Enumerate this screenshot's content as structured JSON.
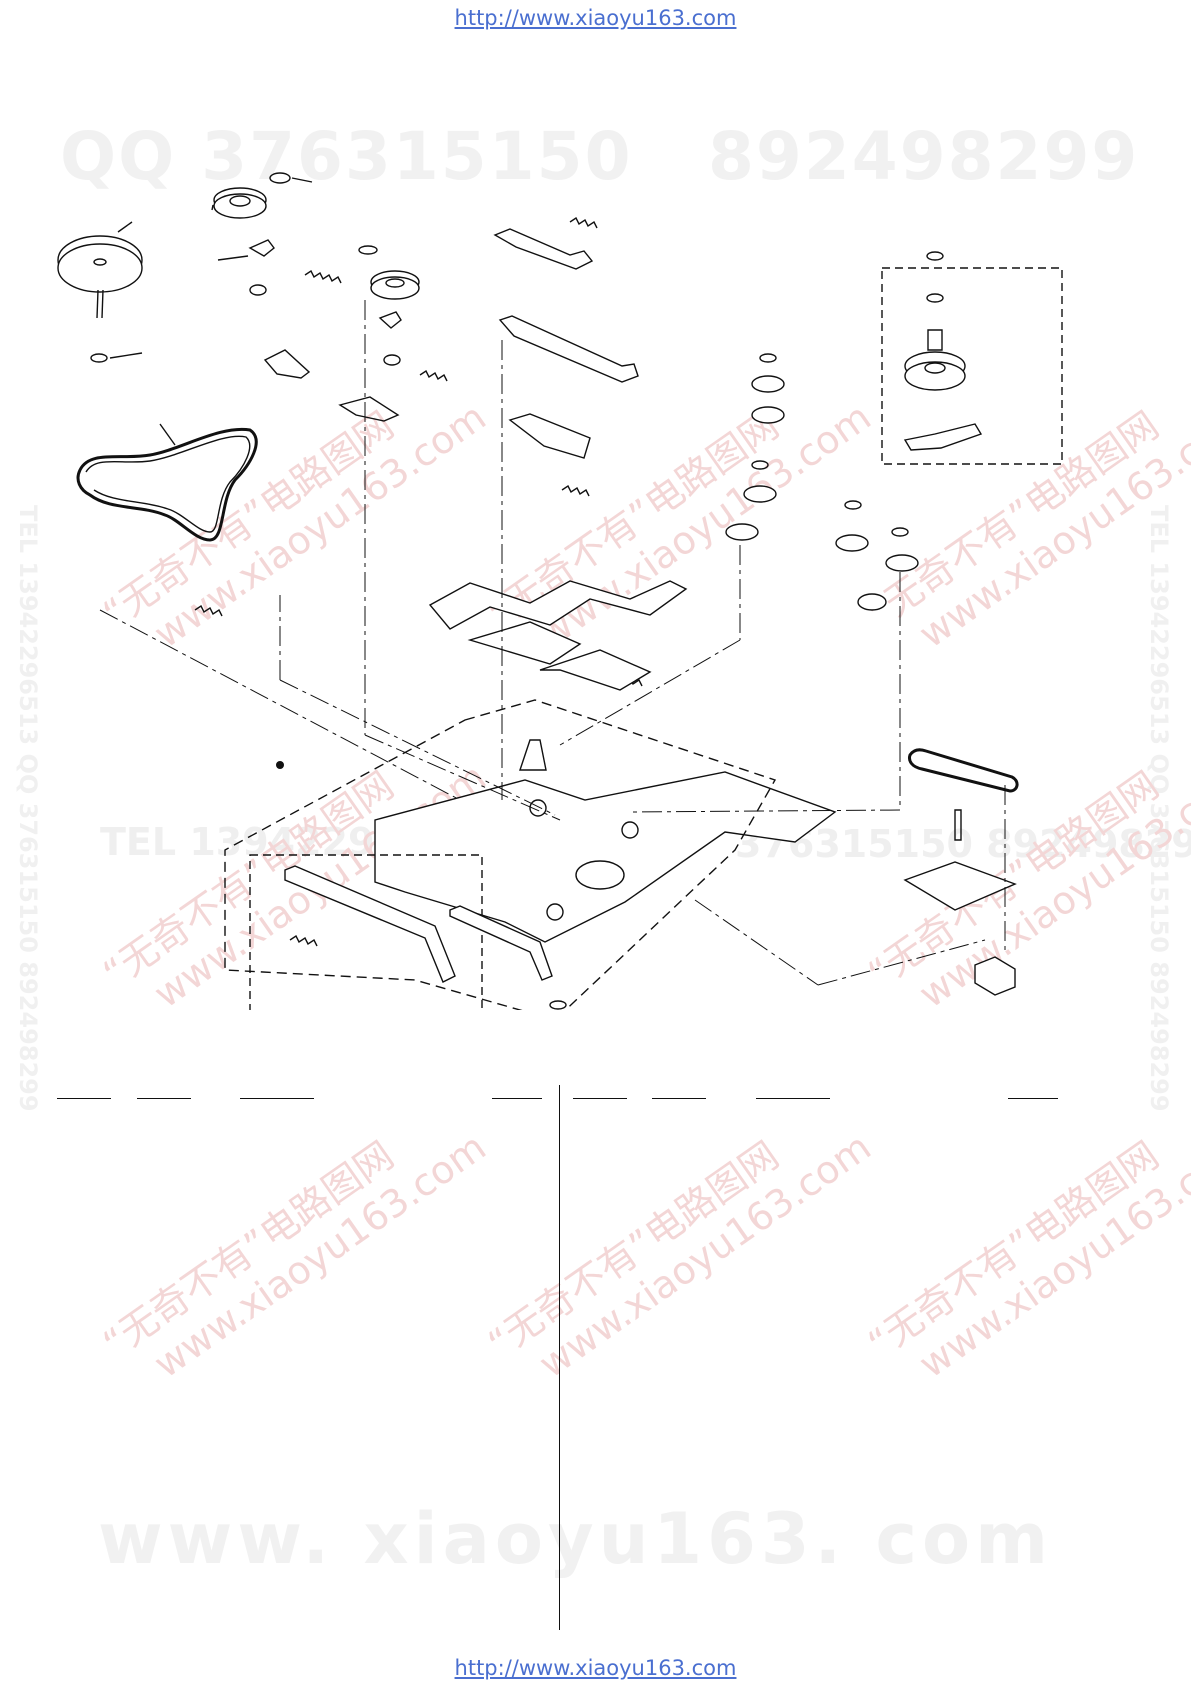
{
  "header": {
    "url": "http://www.xiaoyu163.com"
  },
  "footer": {
    "url": "http://www.xiaoyu163.com"
  },
  "watermarks": {
    "qq_line_left": "QQ 376315150",
    "qq_line_right": "892498299",
    "tel_mid_left": "TEL 13942296513",
    "tel_mid_right": "376315150 892498299",
    "side_text": "TEL 13942296513 QQ 376315150 892498299",
    "diagonal_cn": "“无奇不有”电路图网",
    "diagonal_url": "www.xiaoyu163.com",
    "bottom_big": "www. xiaoyu163. com"
  },
  "diagram": {
    "marker_symbol": "●"
  },
  "colors": {
    "url_link": "#4a6fd0",
    "line_art": "#111111",
    "watermark_gray": "#f1f1f1",
    "watermark_red": "#f3d6d6"
  }
}
